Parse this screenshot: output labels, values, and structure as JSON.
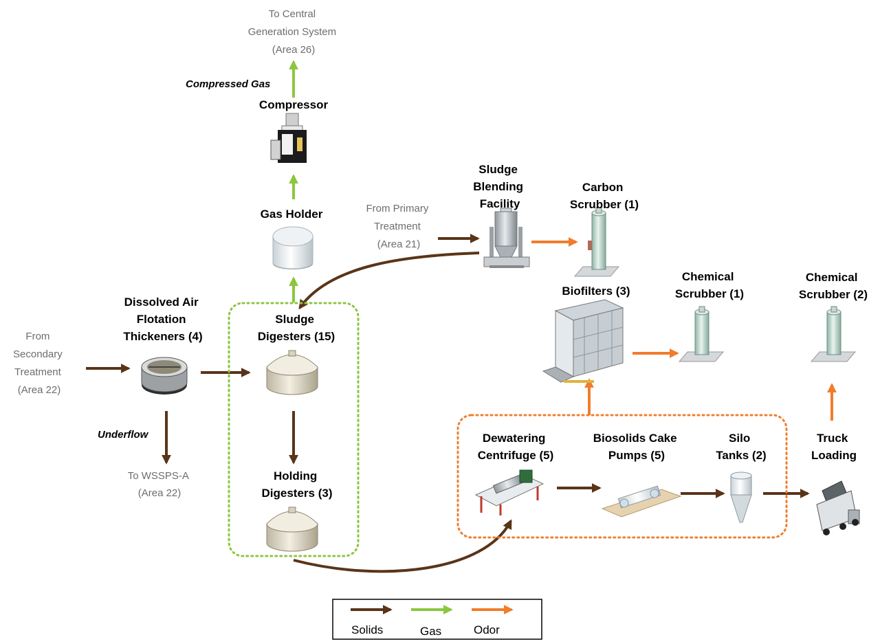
{
  "external": {
    "to_central": [
      "To Central",
      "Generation System",
      "(Area 26)"
    ],
    "from_primary": [
      "From Primary",
      "Treatment",
      "(Area 21)"
    ],
    "from_secondary": [
      "From",
      "Secondary",
      "Treatment",
      "(Area 22)"
    ],
    "to_wssps": [
      "To WSSPS-A",
      "(Area 22)"
    ]
  },
  "flow_labels": {
    "compressed_gas": "Compressed Gas",
    "underflow": "Underflow"
  },
  "components": {
    "compressor": [
      "Compressor"
    ],
    "gas_holder": [
      "Gas Holder"
    ],
    "sludge_blending": [
      "Sludge",
      "Blending",
      "Facility"
    ],
    "carbon_scrubber": [
      "Carbon",
      "Scrubber (1)"
    ],
    "biofilters": [
      "Biofilters (3)"
    ],
    "chemical_scrubber_1": [
      "Chemical",
      "Scrubber (1)"
    ],
    "chemical_scrubber_2": [
      "Chemical",
      "Scrubber (2)"
    ],
    "daf": [
      "Dissolved Air",
      "Flotation",
      "Thickeners (4)"
    ],
    "sludge_digesters": [
      "Sludge",
      "Digesters (15)"
    ],
    "holding_digesters": [
      "Holding",
      "Digesters (3)"
    ],
    "dewatering": [
      "Dewatering",
      "Centrifuge (5)"
    ],
    "cake_pumps": [
      "Biosolids Cake",
      "Pumps (5)"
    ],
    "silo_tanks": [
      "Silo",
      "Tanks (2)"
    ],
    "truck_loading": [
      "Truck",
      "Loading"
    ]
  },
  "legend": {
    "solids": "Solids",
    "gas": "Gas",
    "odor": "Odor"
  },
  "colors": {
    "solids": "#5a3418",
    "gas": "#8cc63f",
    "odor": "#f07d2c",
    "external_text": "#6d6d6d"
  }
}
